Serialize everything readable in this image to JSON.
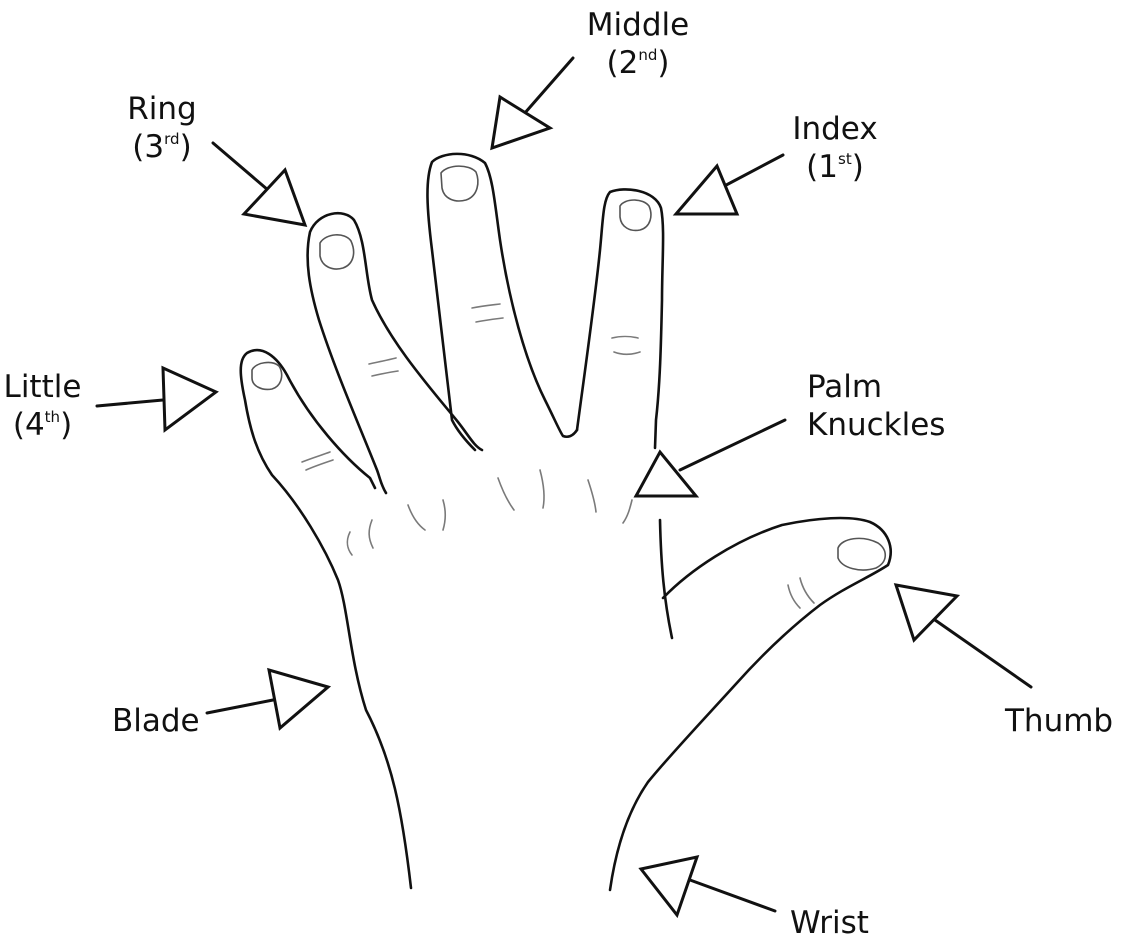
{
  "labels": {
    "middle": {
      "name": "Middle",
      "open": "(",
      "num": "2",
      "sup": "nd",
      "close": ")"
    },
    "ring": {
      "name": "Ring",
      "open": "(",
      "num": "3",
      "sup": "rd",
      "close": ")"
    },
    "index": {
      "name": "Index",
      "open": "(",
      "num": "1",
      "sup": "st",
      "close": ")"
    },
    "little": {
      "name": "Little",
      "open": "(",
      "num": "4",
      "sup": "th",
      "close": ")"
    },
    "palm_knuckles": {
      "line1": "Palm",
      "line2": "Knuckles"
    },
    "blade": "Blade",
    "thumb": "Thumb",
    "wrist": "Wrist"
  },
  "colors": {
    "ink": "#111111",
    "crease": "#7a7a7a",
    "background": "#ffffff"
  }
}
